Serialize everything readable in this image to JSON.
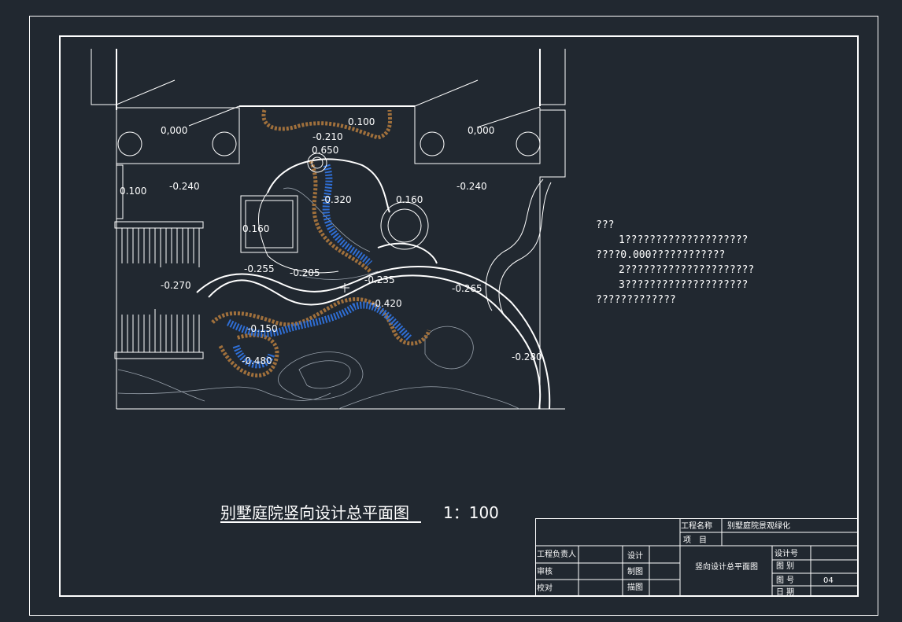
{
  "drawing": {
    "title": "别墅庭院竖向设计总平面图",
    "scale": "1：100",
    "elevations": [
      "0,000",
      "0,000",
      "-0.210",
      "0.100",
      "0.650",
      "0.100",
      "-0.240",
      "-0.240",
      "-0.320",
      "0.160",
      "0.160",
      "-0.255",
      "-0.205",
      "-0.235",
      "-0.265",
      "-0.270",
      "-0.420",
      "-0.150",
      "-0.480",
      "-0.280"
    ]
  },
  "notes": {
    "heading": "???",
    "lines": [
      "1????????????????????",
      "????0.000????????????",
      "2?????????????????????",
      "3????????????????????",
      "?????????????"
    ]
  },
  "title_block": {
    "project_name_label": "工程名称",
    "project_name": "别墅庭院景观绿化",
    "item_label": "项　目",
    "item_value": "",
    "lead_label": "工程负责人",
    "design_label": "设计",
    "review_label": "审核",
    "drafting_label": "制图",
    "check_label": "校对",
    "tracing_label": "描图",
    "sheet_title": "竖向设计总平面图",
    "design_no_label": "设计号",
    "category_label": "图 别",
    "sheet_no_label": "图 号",
    "sheet_no": "04",
    "date_label": "日 期"
  },
  "colors": {
    "background": "#212830",
    "line": "#ffffff",
    "stone": "#a0703c",
    "water": "#2f6fd6"
  }
}
